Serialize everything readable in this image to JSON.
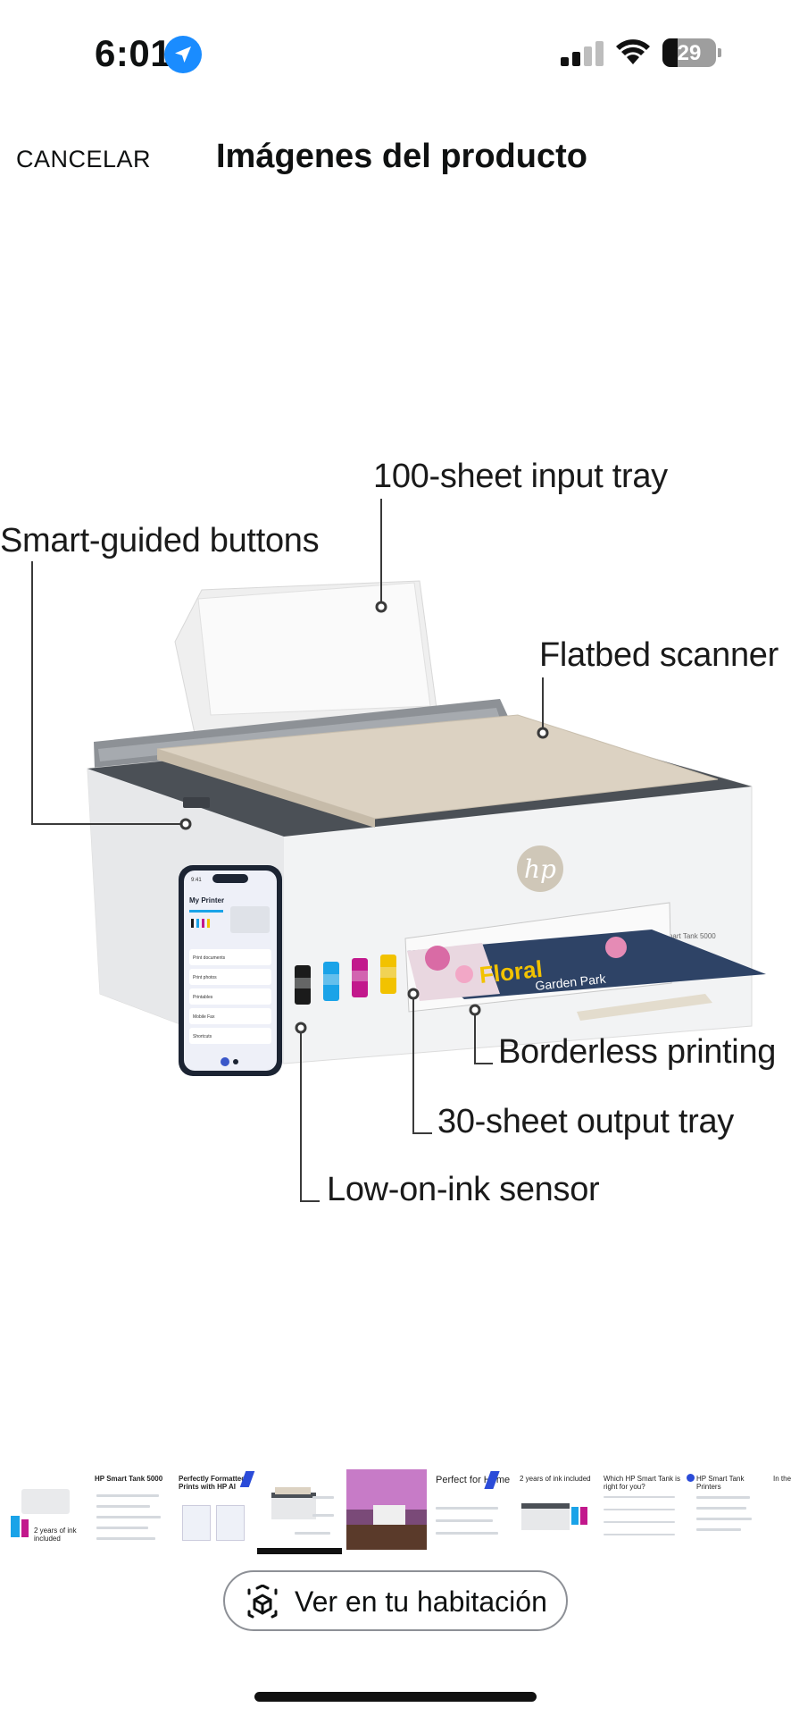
{
  "status_bar": {
    "time": "6:01",
    "battery_level": "29",
    "location_icon": "location-arrow-icon",
    "signal_icon": "cellular-signal-icon",
    "wifi_icon": "wifi-icon"
  },
  "header": {
    "cancel_label": "CANCELAR",
    "title": "Imágenes del producto"
  },
  "product_image": {
    "callouts": {
      "input_tray": "100-sheet input tray",
      "smart_buttons": "Smart-guided buttons",
      "flatbed": "Flatbed scanner",
      "borderless": "Borderless printing",
      "output_tray": "30-sheet output tray",
      "ink_sensor": "Low-on-ink sensor"
    },
    "brand_logo": "hp",
    "model_label": "HP Smart Tank 5000",
    "poster_title": "Floral",
    "poster_subtitle": "Garden Park",
    "phone": {
      "time": "9:41",
      "heading": "My Printer",
      "menu": [
        "Print documents",
        "Print photos",
        "Printables",
        "Mobile Fax",
        "Shortcuts"
      ]
    }
  },
  "thumbnails": [
    {
      "caption": "2 years of ink included"
    },
    {
      "caption": "HP Smart Tank 5000"
    },
    {
      "caption": "Perfectly Formatted Prints with HP AI"
    },
    {
      "caption": ""
    },
    {
      "caption": ""
    },
    {
      "caption": "Perfect for Home"
    },
    {
      "caption": "2 years of ink included"
    },
    {
      "caption": "Which HP Smart Tank is right for you?"
    },
    {
      "caption": "HP Smart Tank Printers"
    },
    {
      "caption": "In the"
    }
  ],
  "ar_button": {
    "label": "Ver en tu habitación",
    "icon": "ar-cube-icon"
  },
  "colors": {
    "accent_blue": "#1a8cff",
    "text": "#0f1111",
    "ink_black": "#1b1b1b",
    "ink_cyan": "#1aa3e8",
    "ink_magenta": "#c2188c",
    "ink_yellow": "#f2c200"
  }
}
